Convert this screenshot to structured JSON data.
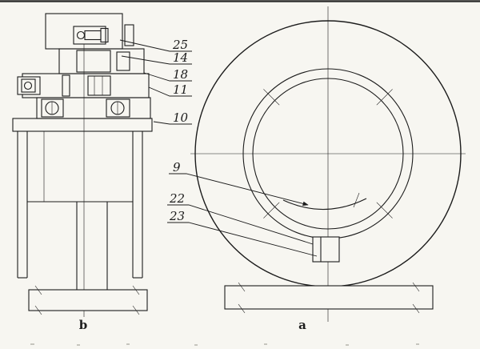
{
  "colors": {
    "paper": "#f7f6f1",
    "ink": "#1c1c1c"
  },
  "figure": {
    "view_left": {
      "label": "b",
      "callouts": [
        {
          "label": "25"
        },
        {
          "label": "14"
        },
        {
          "label": "18"
        },
        {
          "label": "11"
        },
        {
          "label": "10"
        }
      ]
    },
    "view_right": {
      "label": "a",
      "callouts": [
        {
          "label": "9"
        },
        {
          "label": "22"
        },
        {
          "label": "23"
        }
      ]
    }
  }
}
